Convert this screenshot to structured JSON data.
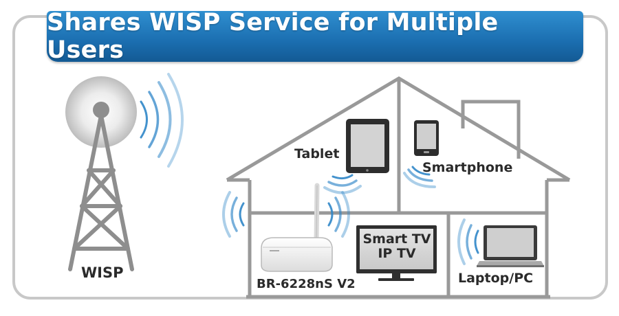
{
  "title": "Shares WISP Service for Multiple Users",
  "labels": {
    "wisp": "WISP",
    "tablet": "Tablet",
    "smartphone": "Smartphone",
    "router": "BR-6228nS V2",
    "tv_line1": "Smart TV",
    "tv_line2": "IP TV",
    "laptop": "Laptop/PC"
  },
  "colors": {
    "banner": "#1b6eb0",
    "wave": "#2f86c8",
    "house_outline": "#999999"
  }
}
